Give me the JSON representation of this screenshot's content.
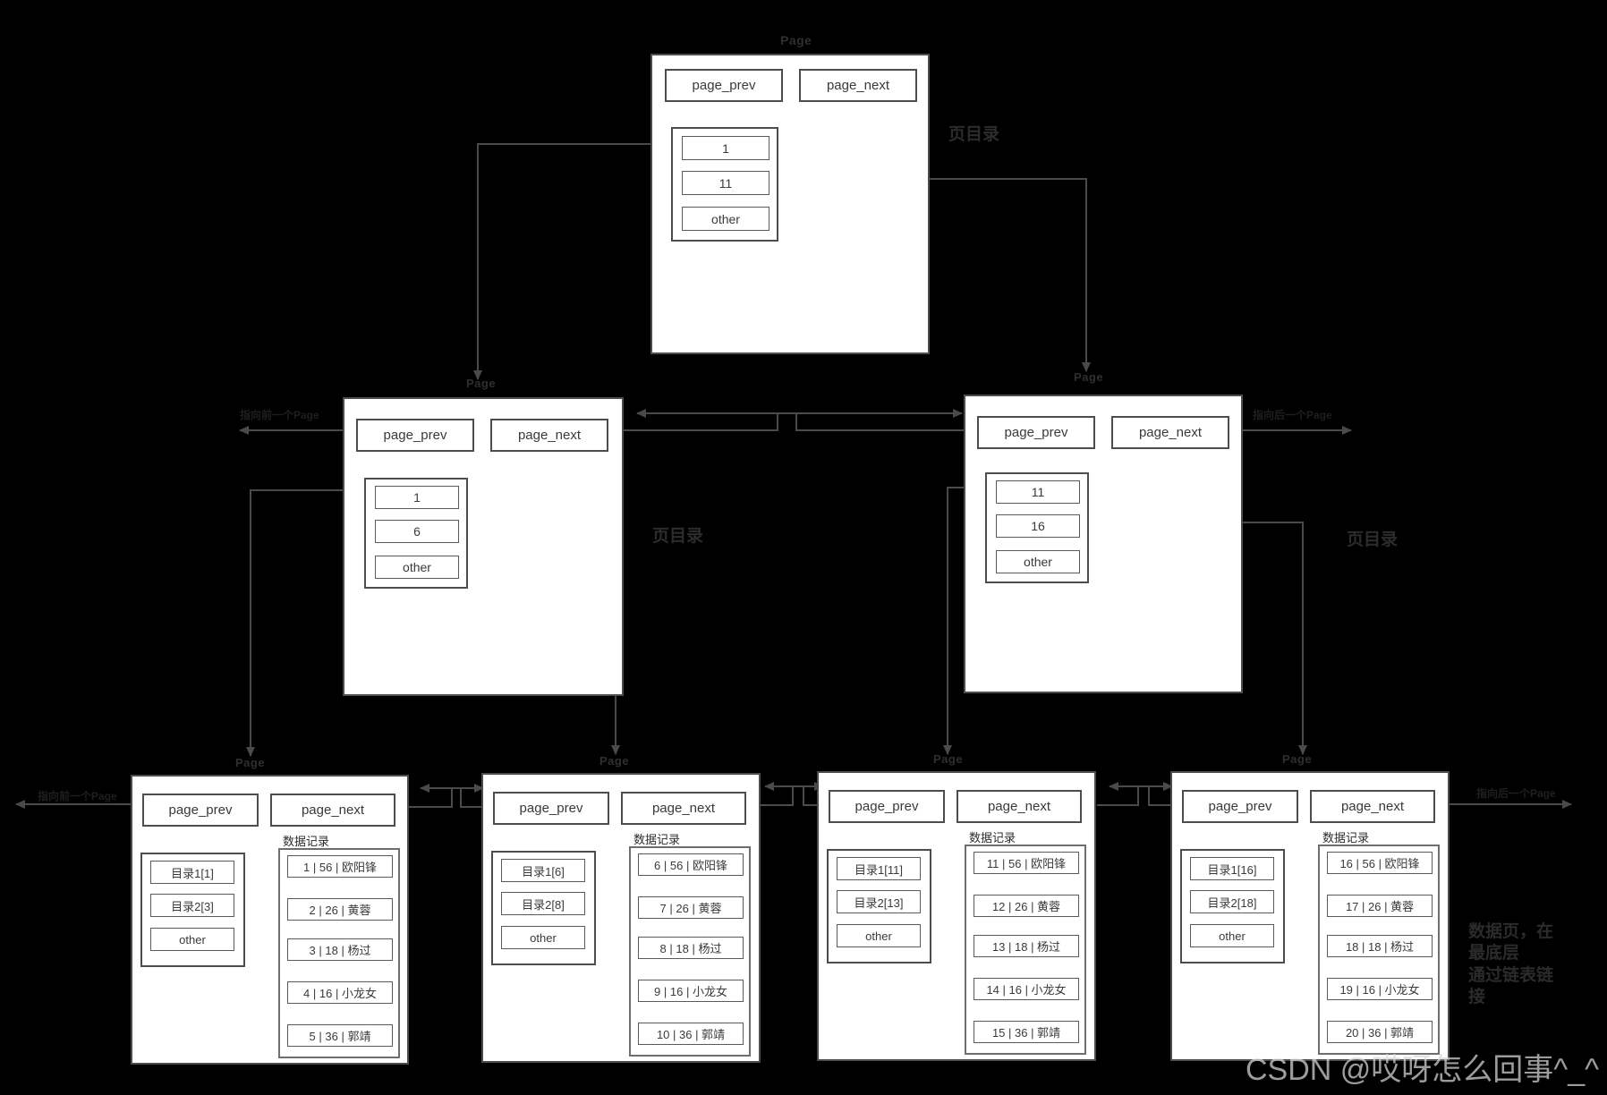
{
  "diagram": {
    "title_labels": {
      "page": "Page",
      "page_prev": "page_prev",
      "page_next": "page_next",
      "other": "other",
      "data_records": "数据记录",
      "prev_page_arrow": "指向前一个Page",
      "next_page_arrow": "指向后一个Page"
    },
    "annotations": {
      "dir_root": "页目录",
      "dir_left": "页目录",
      "dir_right": "页目录",
      "leaf_note": "数据页，在\n最底层\n通过链表链\n接",
      "leaf_note_lines": [
        "数据页，在",
        "最底层",
        "通过链表链",
        "接"
      ]
    },
    "watermark": "CSDN @哎呀怎么回事^_^",
    "colors": {
      "background": "#000000",
      "card_fill": "#ffffff",
      "stroke": "#4d4d4d",
      "text": "#2f2f2f",
      "watermark": "#d8d8d8"
    },
    "root_page": {
      "name": "Page",
      "header": [
        "page_prev",
        "page_next"
      ],
      "directory": [
        "1",
        "11",
        "other"
      ]
    },
    "internal_pages": [
      {
        "name": "Page",
        "position": "left",
        "header": [
          "page_prev",
          "page_next"
        ],
        "directory": [
          "1",
          "6",
          "other"
        ],
        "annotation": "页目录",
        "prev_label": "指向前一个Page"
      },
      {
        "name": "Page",
        "position": "right",
        "header": [
          "page_prev",
          "page_next"
        ],
        "directory": [
          "11",
          "16",
          "other"
        ],
        "annotation": "页目录",
        "next_label": "指向后一个Page"
      }
    ],
    "leaf_pages": [
      {
        "name": "Page",
        "header": [
          "page_prev",
          "page_next"
        ],
        "records_title": "数据记录",
        "directory": [
          "目录1[1]",
          "目录2[3]",
          "other"
        ],
        "records": [
          "1 |  56 | 欧阳锋",
          "2 | 26 | 黄蓉",
          "3 | 18 | 杨过",
          "4 | 16 | 小龙女",
          "5 | 36 | 郭靖"
        ],
        "prev_label": "指向前一个Page"
      },
      {
        "name": "Page",
        "header": [
          "page_prev",
          "page_next"
        ],
        "records_title": "数据记录",
        "directory": [
          "目录1[6]",
          "目录2[8]",
          "other"
        ],
        "records": [
          "6 |  56 | 欧阳锋",
          "7 | 26 | 黄蓉",
          "8 | 18 | 杨过",
          "9 | 16 | 小龙女",
          "10 | 36 | 郭靖"
        ]
      },
      {
        "name": "Page",
        "header": [
          "page_prev",
          "page_next"
        ],
        "records_title": "数据记录",
        "directory": [
          "目录1[11]",
          "目录2[13]",
          "other"
        ],
        "records": [
          "11 |  56 | 欧阳锋",
          "12 | 26 | 黄蓉",
          "13 | 18 | 杨过",
          "14 | 16 | 小龙女",
          "15 | 36 | 郭靖"
        ]
      },
      {
        "name": "Page",
        "header": [
          "page_prev",
          "page_next"
        ],
        "records_title": "数据记录",
        "directory": [
          "目录1[16]",
          "目录2[18]",
          "other"
        ],
        "records": [
          "16 |  56 | 欧阳锋",
          "17 | 26 | 黄蓉",
          "18 | 18 | 杨过",
          "19 | 16 | 小龙女",
          "20 | 36 | 郭靖"
        ],
        "next_label": "指向后一个Page"
      }
    ]
  }
}
